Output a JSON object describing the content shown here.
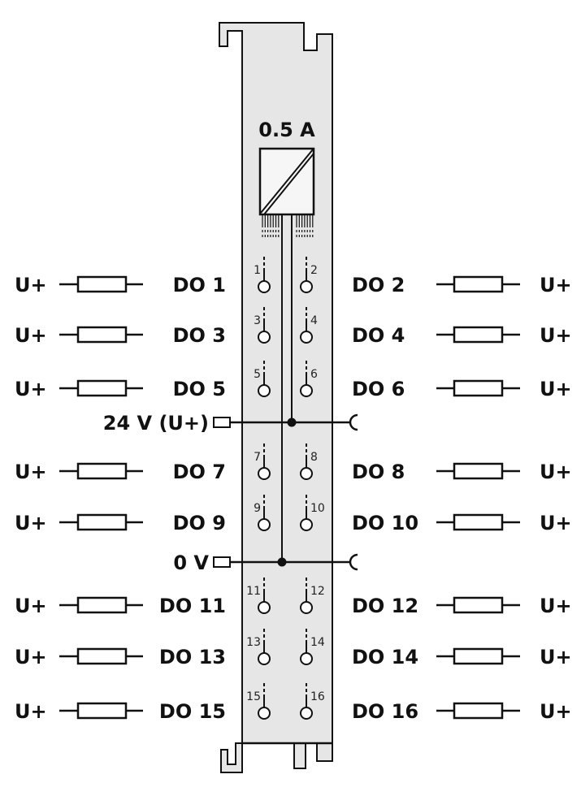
{
  "module": {
    "current_rating": "0.5 A",
    "supply_label": "24 V (U+)",
    "ground_label": "0 V",
    "load_supply_label": "U+",
    "colors": {
      "body": "#e6e6e6",
      "line": "#111111",
      "converter": "#f6f6f6"
    }
  },
  "rows": [
    {
      "left": "DO 1",
      "right": "DO 2",
      "left_num": "1",
      "right_num": "2"
    },
    {
      "left": "DO 3",
      "right": "DO 4",
      "left_num": "3",
      "right_num": "4"
    },
    {
      "left": "DO 5",
      "right": "DO 6",
      "left_num": "5",
      "right_num": "6"
    },
    {
      "left": "DO 7",
      "right": "DO 8",
      "left_num": "7",
      "right_num": "8"
    },
    {
      "left": "DO 9",
      "right": "DO 10",
      "left_num": "9",
      "right_num": "10"
    },
    {
      "left": "DO 11",
      "right": "DO 12",
      "left_num": "11",
      "right_num": "12"
    },
    {
      "left": "DO 13",
      "right": "DO 14",
      "left_num": "13",
      "right_num": "14"
    },
    {
      "left": "DO 15",
      "right": "DO 16",
      "left_num": "15",
      "right_num": "16"
    }
  ]
}
